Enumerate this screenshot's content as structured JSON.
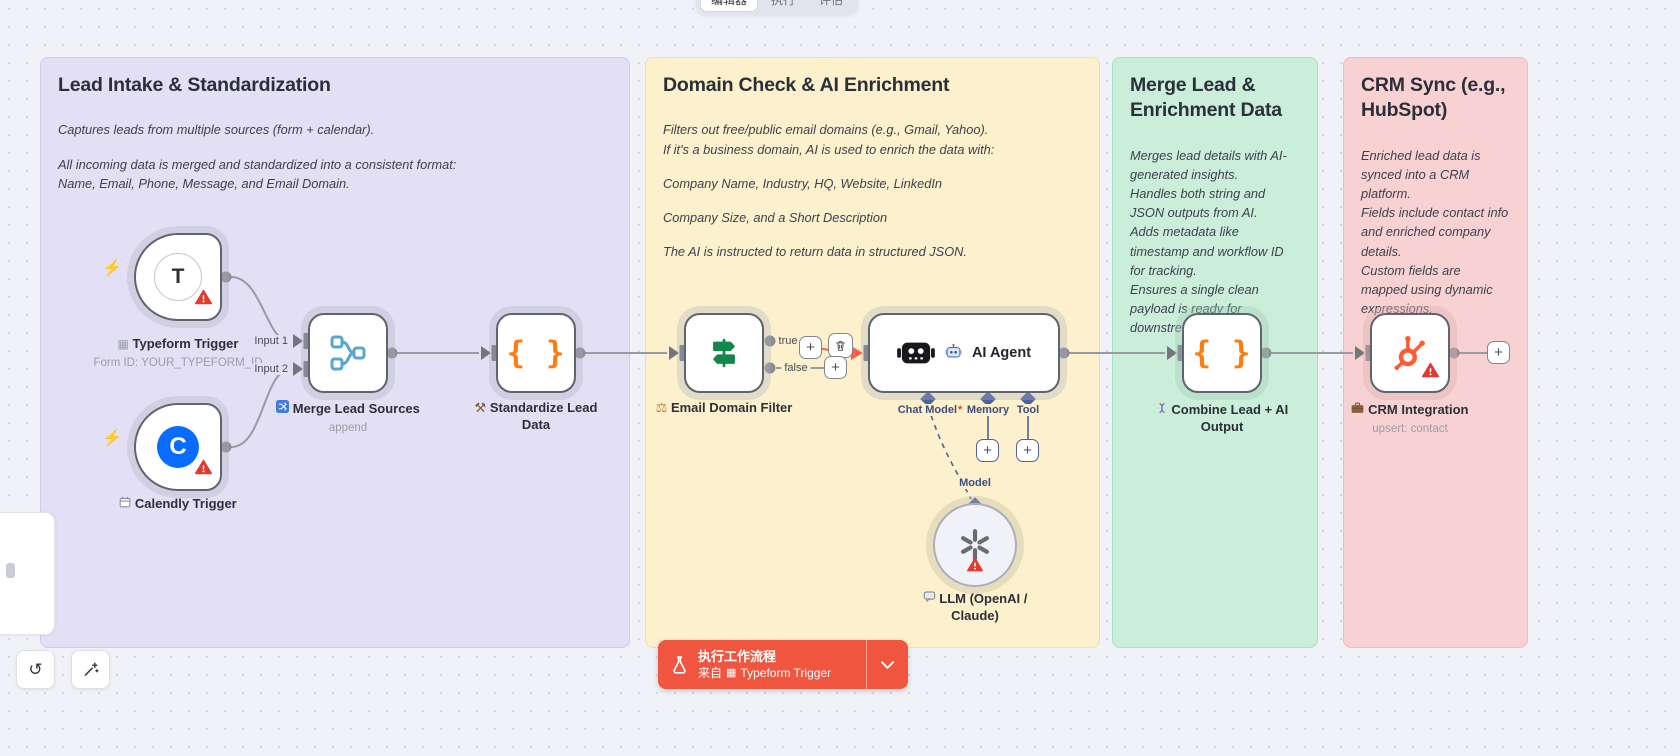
{
  "topbar": {
    "tabs": [
      {
        "label": "编辑器",
        "active": true
      },
      {
        "label": "执行",
        "active": false
      },
      {
        "label": "评估",
        "active": false
      }
    ]
  },
  "notes": [
    {
      "title": "Lead Intake & Standardization",
      "body": [
        "Captures leads from multiple sources (form + calendar).",
        "All incoming data is merged and standardized into a consistent format:\nName, Email, Phone, Message, and Email Domain."
      ]
    },
    {
      "title": "Domain Check & AI Enrichment",
      "body": [
        "Filters out free/public email domains (e.g., Gmail, Yahoo).\nIf it's a business domain, AI is used to enrich the data with:",
        "Company Name, Industry, HQ, Website, LinkedIn",
        "Company Size, and a Short Description",
        "The AI is instructed to return data in structured JSON."
      ]
    },
    {
      "title": "Merge Lead & Enrichment Data",
      "body": [
        "Merges lead details with AI-generated insights.\nHandles both string and JSON outputs from AI.\nAdds metadata like timestamp and workflow ID for tracking.\nEnsures a single clean payload is ready for downstream use."
      ]
    },
    {
      "title": "CRM Sync (e.g., HubSpot)",
      "body": [
        "Enriched lead data is synced into a CRM platform.\nFields include contact info and enriched company details.\nCustom fields are mapped using dynamic expressions."
      ]
    }
  ],
  "nodes": {
    "typeform": {
      "name": "Typeform Trigger",
      "subtitle": "Form ID: YOUR_TYPEFORM_ID",
      "logo": "T"
    },
    "calendly": {
      "name": "Calendly Trigger",
      "logo": "C"
    },
    "merge": {
      "name": "Merge Lead Sources",
      "subtitle": "append",
      "input1": "Input 1",
      "input2": "Input 2"
    },
    "standardize": {
      "name": "Standardize Lead Data"
    },
    "filter": {
      "name": "Email Domain Filter",
      "out_true": "true",
      "out_false": "false"
    },
    "agent": {
      "name": "AI Agent",
      "port_chat_model": "Chat Model",
      "required_marker": "*",
      "port_memory": "Memory",
      "port_tool": "Tool",
      "port_model": "Model"
    },
    "llm": {
      "name": "LLM (OpenAI /\nClaude)"
    },
    "combine": {
      "name": "Combine Lead + AI Output"
    },
    "crm": {
      "name": "CRM Integration",
      "subtitle": "upsert: contact"
    }
  },
  "execute_bar": {
    "title": "执行工作流程",
    "from_prefix": "来自",
    "trigger_name": "Typeform Trigger"
  },
  "icons": {
    "lightning": "⚡",
    "undo": "↺",
    "typeform_mini": "▦",
    "hammer": "⚒",
    "scales": "⚖",
    "plus": "+"
  },
  "colors": {
    "accent": "#F0563F",
    "connection_active": "#FF5F4A",
    "connection_gray": "#999BA3",
    "port_indigo": "#4E639B",
    "note_purple": "#E3DFF4",
    "note_yellow": "#FCF0CD",
    "note_green": "#CBEEDB",
    "note_pink": "#F8D2D2"
  }
}
